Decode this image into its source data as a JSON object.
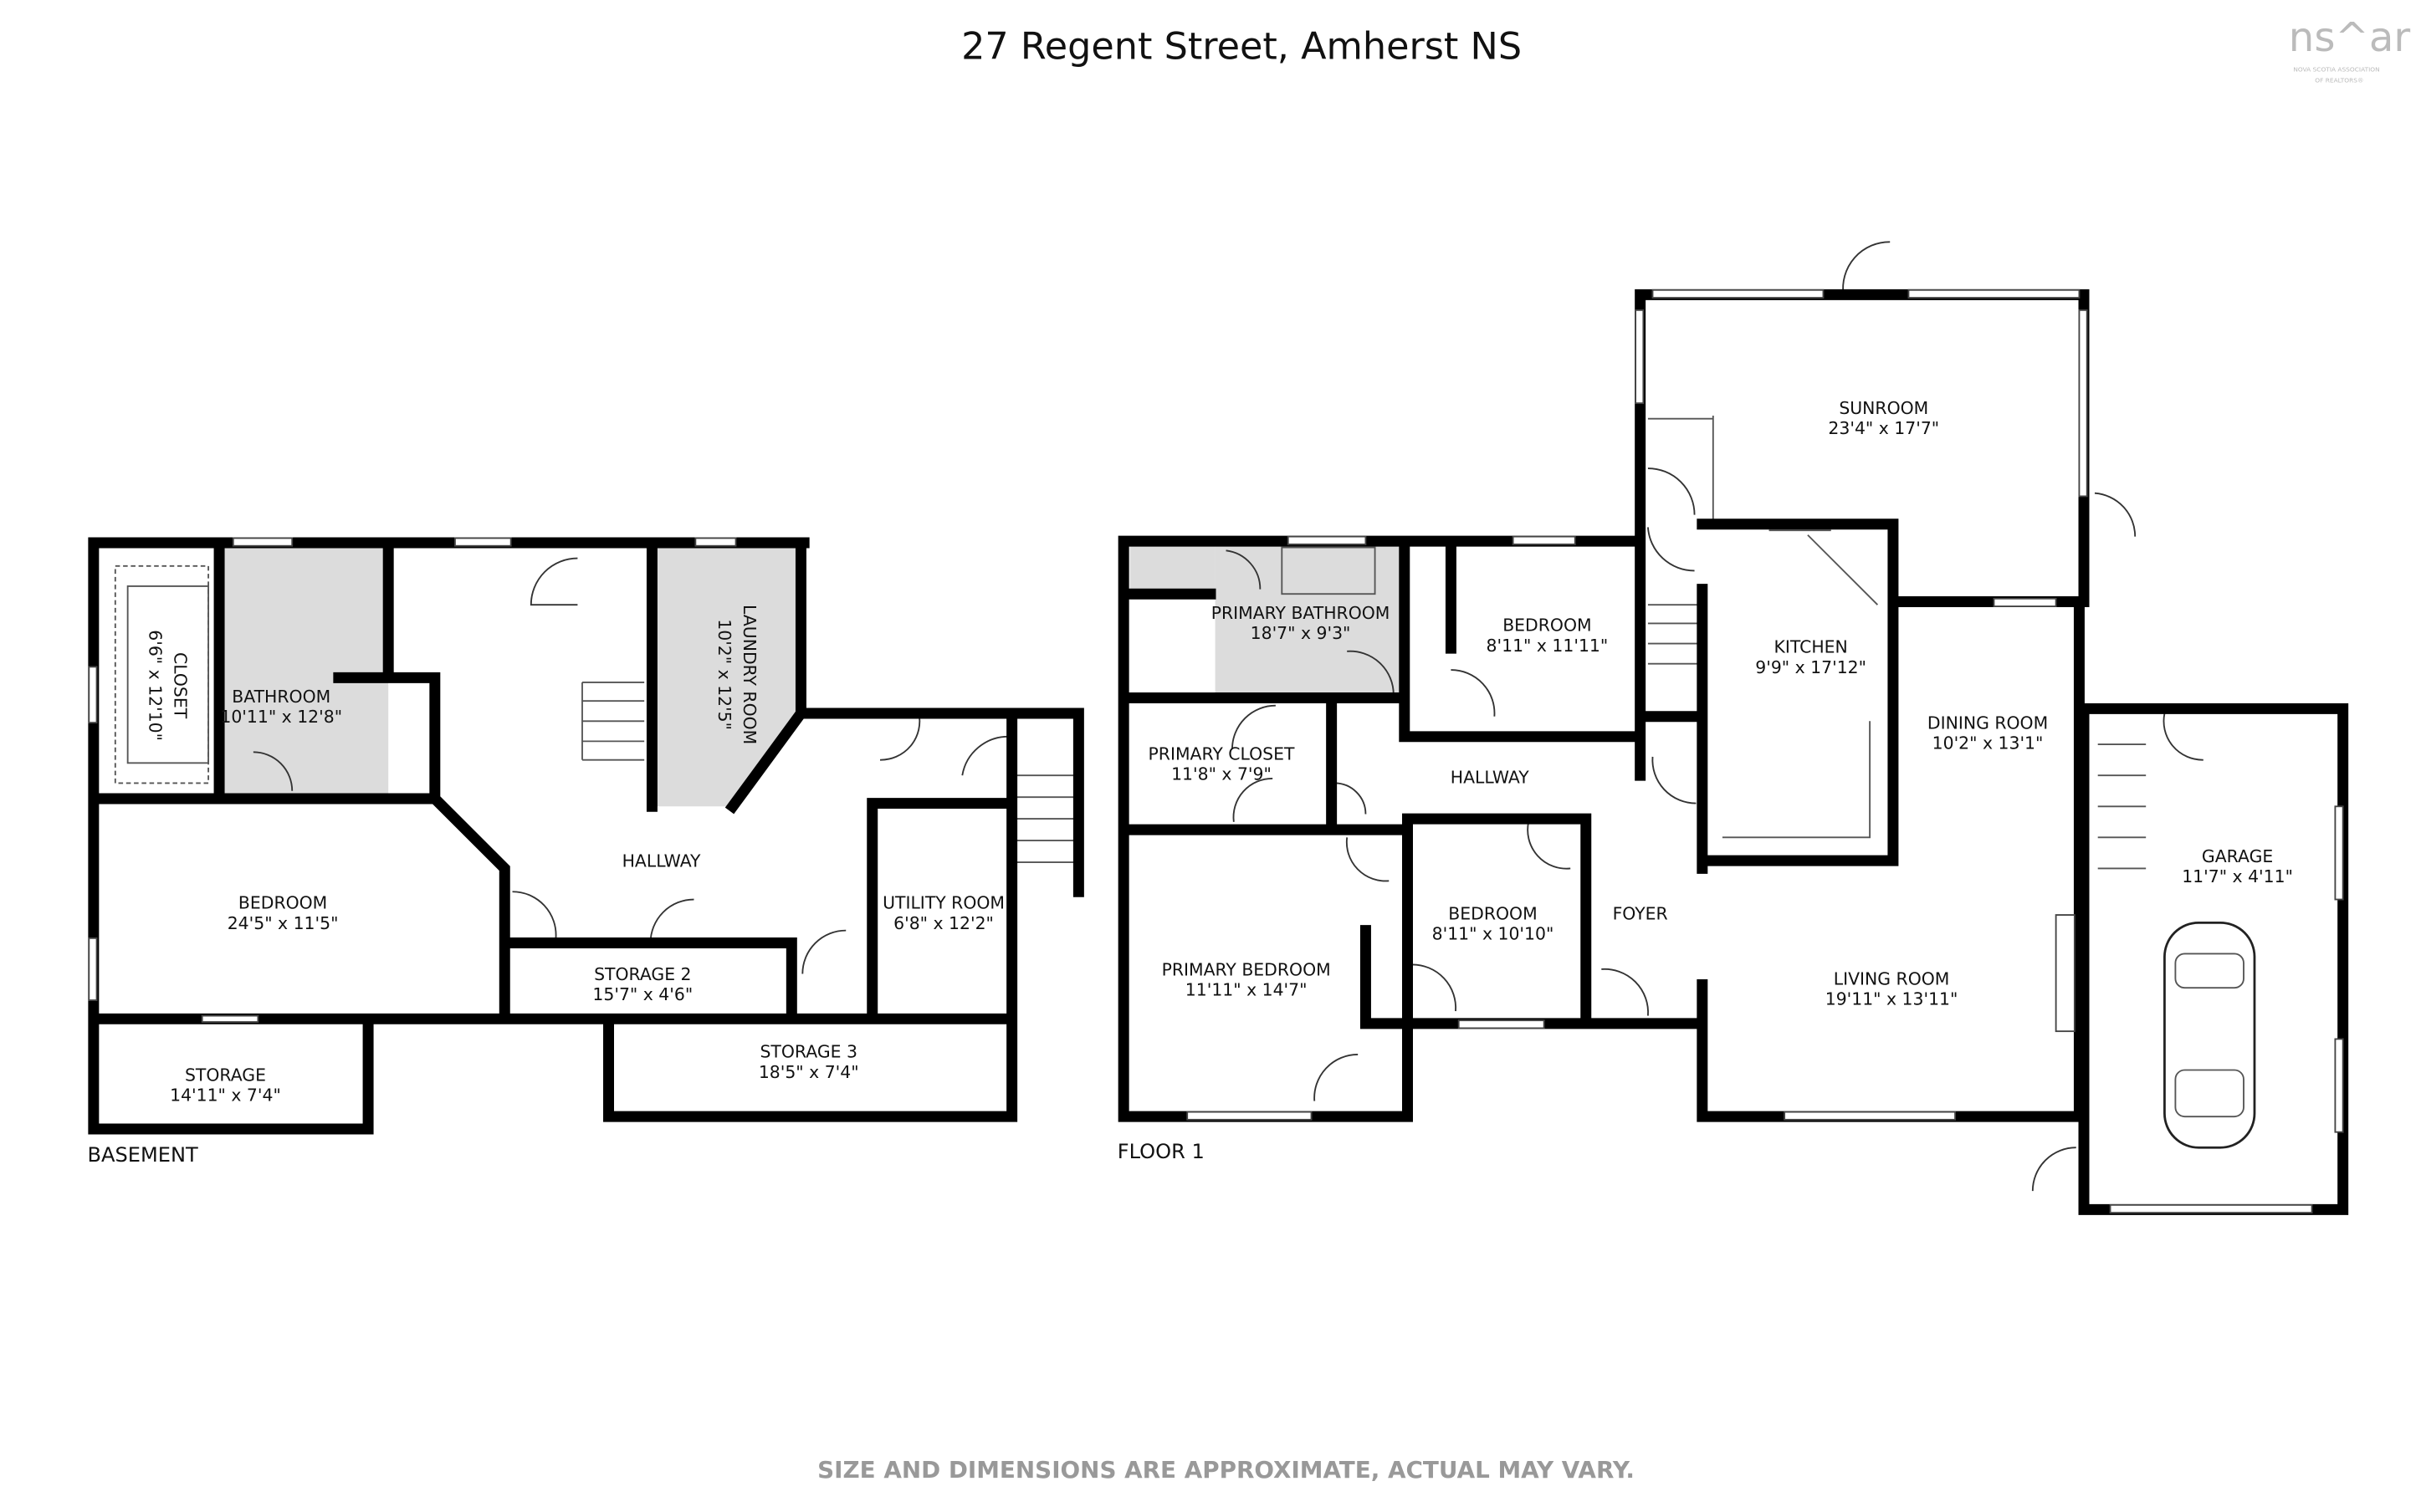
{
  "title": "27 Regent Street, Amherst NS",
  "logo": {
    "main": "ns^ar",
    "line1": "NOVA SCOTIA ASSOCIATION",
    "line2": "OF REALTORS®"
  },
  "footer": "SIZE AND DIMENSIONS ARE APPROXIMATE, ACTUAL MAY VARY.",
  "basement": {
    "label": "BASEMENT",
    "rooms": [
      {
        "name": "CLOSET",
        "dims": "6'6\" x 12'10\""
      },
      {
        "name": "BATHROOM",
        "dims": "10'11\" x 12'8\""
      },
      {
        "name": "LAUNDRY ROOM",
        "dims": "10'2\" x 12'5\""
      },
      {
        "name": "HALLWAY",
        "dims": ""
      },
      {
        "name": "BEDROOM",
        "dims": "24'5\" x 11'5\""
      },
      {
        "name": "UTILITY ROOM",
        "dims": "6'8\" x 12'2\""
      },
      {
        "name": "STORAGE 2",
        "dims": "15'7\" x 4'6\""
      },
      {
        "name": "STORAGE 3",
        "dims": "18'5\" x 7'4\""
      },
      {
        "name": "STORAGE",
        "dims": "14'11\" x 7'4\""
      }
    ]
  },
  "floor1": {
    "label": "FLOOR 1",
    "rooms": [
      {
        "name": "SUNROOM",
        "dims": "23'4\" x 17'7\""
      },
      {
        "name": "PRIMARY BATHROOM",
        "dims": "18'7\" x 9'3\""
      },
      {
        "name": "BEDROOM",
        "dims": "8'11\" x 11'11\""
      },
      {
        "name": "KITCHEN",
        "dims": "9'9\" x 17'12\""
      },
      {
        "name": "PRIMARY CLOSET",
        "dims": "11'8\" x 7'9\""
      },
      {
        "name": "HALLWAY",
        "dims": ""
      },
      {
        "name": "DINING ROOM",
        "dims": "10'2\" x 13'1\""
      },
      {
        "name": "GARAGE",
        "dims": "11'7\" x 4'11\""
      },
      {
        "name": "BEDROOM",
        "dims": "8'11\" x 10'10\""
      },
      {
        "name": "FOYER",
        "dims": ""
      },
      {
        "name": "PRIMARY BEDROOM",
        "dims": "11'11\" x 14'7\""
      },
      {
        "name": "LIVING ROOM",
        "dims": "19'11\" x 13'11\""
      }
    ]
  }
}
